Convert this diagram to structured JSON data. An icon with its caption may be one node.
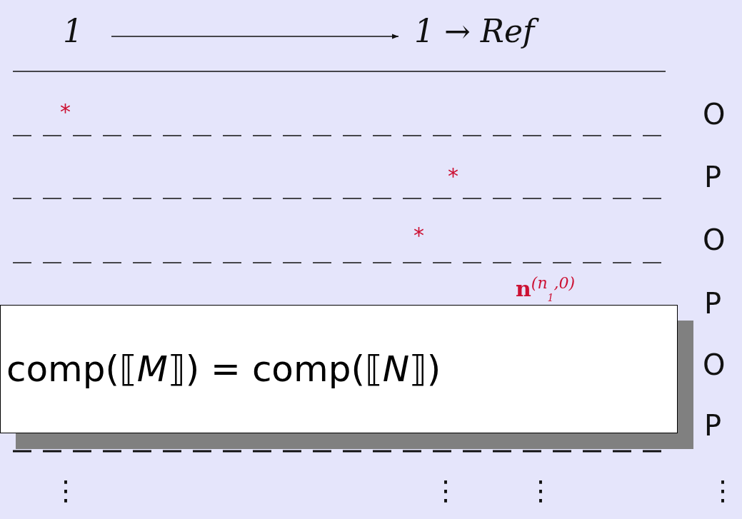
{
  "diagram": {
    "nodes": [
      {
        "text": [
          "1"
        ]
      },
      {
        "text": [
          "1 → Ref"
        ]
      },
      {
        "text": [
          "comp(⟦*M*⟧) = comp(⟦*N*⟧)"
        ]
      }
    ],
    "edges": [
      {
        "from": 0,
        "to": 1,
        "arrow": "to"
      }
    ],
    "labels": [
      "*",
      "O",
      "*",
      "P",
      "*",
      "O",
      "**n**$^{(n}$$_{1}$$^{,0)}$",
      "P",
      "O",
      "P",
      "⋮",
      "⋮",
      "⋮",
      "⋮"
    ]
  }
}
